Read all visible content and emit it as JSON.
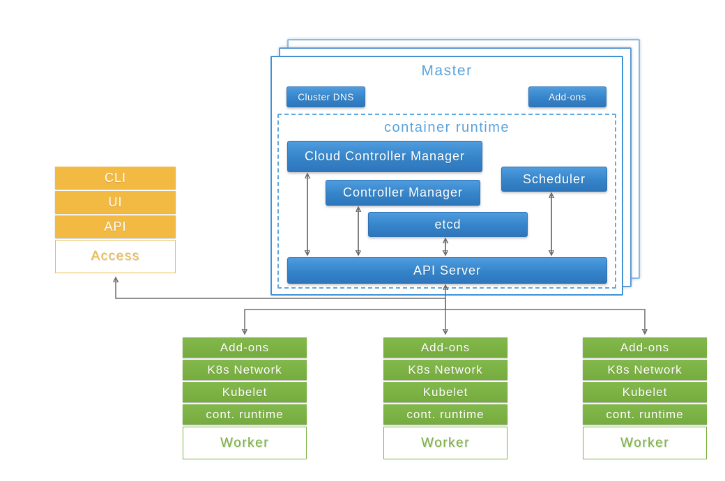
{
  "access_stack": {
    "items": [
      "CLI",
      "UI",
      "API"
    ],
    "base_label": "Access"
  },
  "master": {
    "title": "Master",
    "cluster_dns_label": "Cluster DNS",
    "addons_label": "Add-ons",
    "container_runtime": {
      "title": "container runtime",
      "cloud_controller_manager": "Cloud Controller Manager",
      "controller_manager": "Controller Manager",
      "scheduler": "Scheduler",
      "etcd": "etcd",
      "api_server": "API Server"
    }
  },
  "workers": [
    {
      "items": [
        "Add-ons",
        "K8s Network",
        "Kubelet",
        "cont. runtime"
      ],
      "base_label": "Worker"
    },
    {
      "items": [
        "Add-ons",
        "K8s Network",
        "Kubelet",
        "cont. runtime"
      ],
      "base_label": "Worker"
    },
    {
      "items": [
        "Add-ons",
        "K8s Network",
        "Kubelet",
        "cont. runtime"
      ],
      "base_label": "Worker"
    }
  ],
  "colors": {
    "component_blue": "#3584c9",
    "title_light_blue": "#5aa3dc",
    "access_orange": "#f2b943",
    "worker_green": "#7cb142",
    "connector_grey": "#6b6b6b"
  }
}
